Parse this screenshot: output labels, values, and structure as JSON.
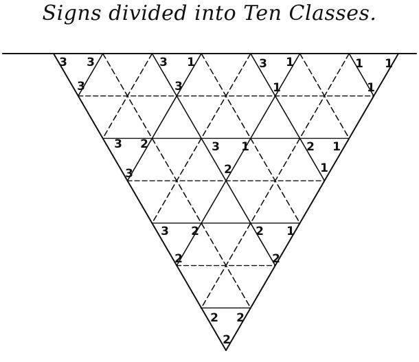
{
  "title": "Signs divided into Ten Classes.",
  "diagram": {
    "type": "triangular-grid",
    "rows": 7,
    "ink_color": "#111111",
    "row_labels": [
      [
        "3",
        "3",
        "3",
        "1",
        "3",
        "1",
        "1",
        "1"
      ],
      [
        "3",
        "3",
        "1",
        "1"
      ],
      [
        "3",
        "2",
        "3",
        "1",
        "2",
        "1"
      ],
      [
        "3",
        "2",
        "1"
      ],
      [
        "3",
        "2",
        "2",
        "1"
      ],
      [
        "2",
        "2"
      ],
      [
        "2",
        "2"
      ],
      [
        "2"
      ]
    ]
  }
}
